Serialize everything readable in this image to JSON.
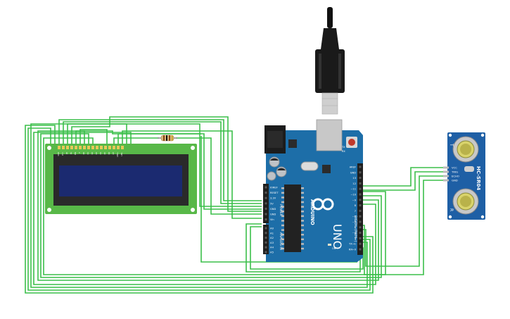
{
  "arduino": {
    "brand": "ARDUINO",
    "model": "UNO",
    "power_header_title": "POWER",
    "analog_header_title": "ANALOG IN",
    "digital_header_title": "DIGITAL (PWM~)",
    "power_pins": [
      "IOREF",
      "RESET",
      "3.3V",
      "5V",
      "GND",
      "GND",
      "Vin"
    ],
    "analog_pins": [
      "A0",
      "A1",
      "A2",
      "A3",
      "A4",
      "A5"
    ],
    "digital_pins": [
      "AREF",
      "GND",
      "13",
      "12",
      "~11",
      "~10",
      "~9",
      "8",
      "7",
      "~6",
      "~5",
      "4",
      "~3",
      "2",
      "TX→1",
      "RX←0"
    ],
    "tx_label": "TX",
    "rx_label": "RX",
    "on_label": "ON"
  },
  "sensor": {
    "model": "HC-SR04",
    "pins": [
      "VCC",
      "TRIG",
      "ECHO",
      "GND"
    ],
    "t_label": "T",
    "r_label": "R"
  },
  "lcd": {
    "pin_labels": [
      "GND",
      "VCC",
      "V0",
      "RS",
      "RW",
      "E",
      "D0",
      "D1",
      "D2",
      "D3",
      "D4",
      "D5",
      "D6",
      "D7",
      "LED+",
      "LED-"
    ]
  },
  "colors": {
    "wire": "#3bbf4a",
    "board": "#1d6ea8",
    "lcd_pcb": "#58b848",
    "lcd_screen": "#1b2a70",
    "sensor_pcb": "#1e5fa5"
  }
}
